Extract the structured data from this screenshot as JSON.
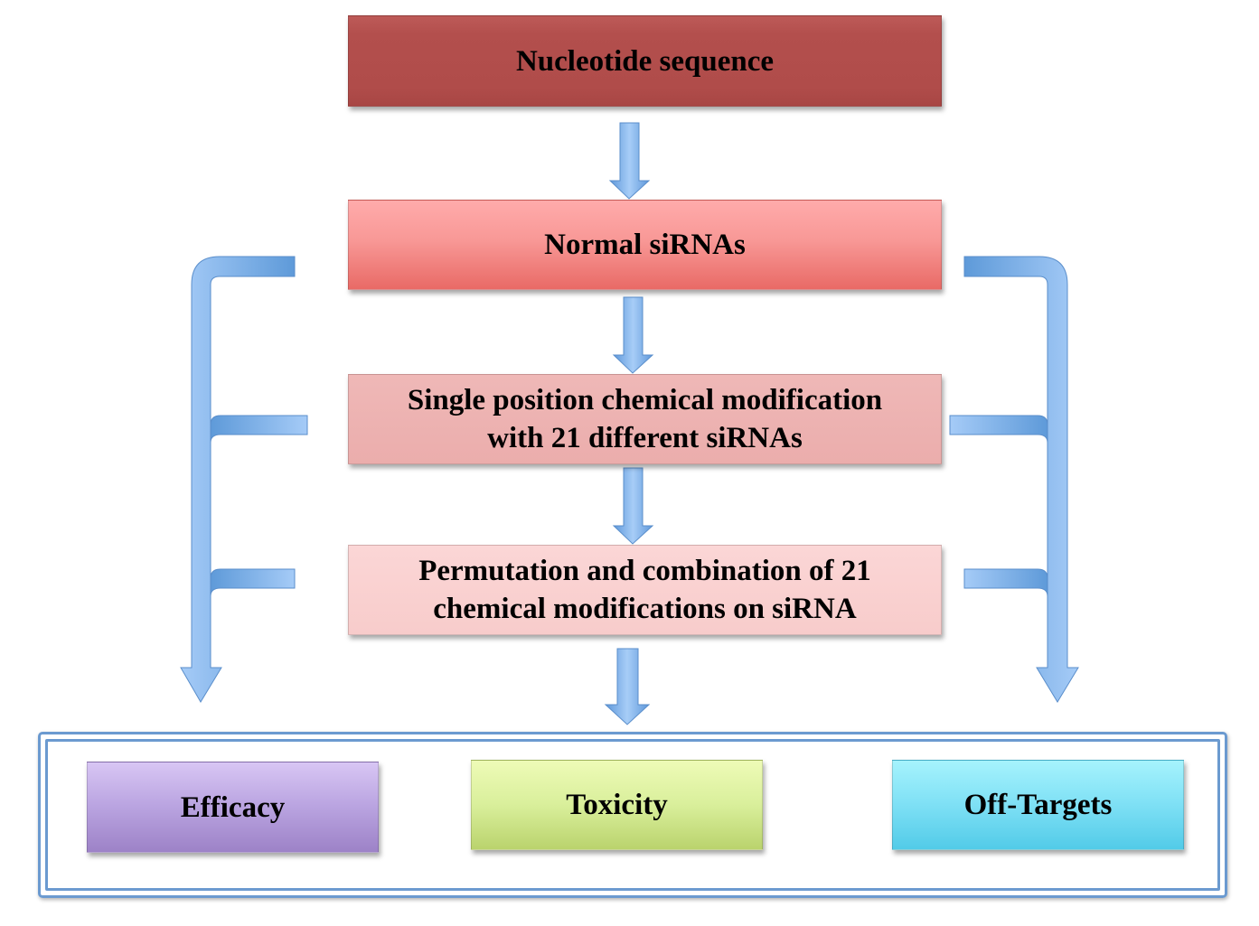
{
  "diagram": {
    "steps": [
      {
        "id": "nucleotide",
        "lines": [
          "Nucleotide sequence"
        ],
        "color": "#b24e4c"
      },
      {
        "id": "normal",
        "lines": [
          "Normal siRNAs"
        ],
        "color": "#f48d8a"
      },
      {
        "id": "single",
        "lines": [
          "Single position chemical modification",
          "with 21 different siRNAs"
        ],
        "color": "#ecb0af"
      },
      {
        "id": "perm",
        "lines": [
          "Permutation and combination of 21",
          "chemical modifications on siRNA"
        ],
        "color": "#f9cfce"
      }
    ],
    "outcomes": [
      {
        "id": "efficacy",
        "label": "Efficacy",
        "color": "#b7a0de"
      },
      {
        "id": "toxicity",
        "label": "Toxicity",
        "color": "#d6ec97"
      },
      {
        "id": "off-targets",
        "label": "Off-Targets",
        "color": "#7adff4"
      }
    ],
    "arrow_color": "#6ea6e4",
    "frame_color": "#6b9ad0"
  }
}
